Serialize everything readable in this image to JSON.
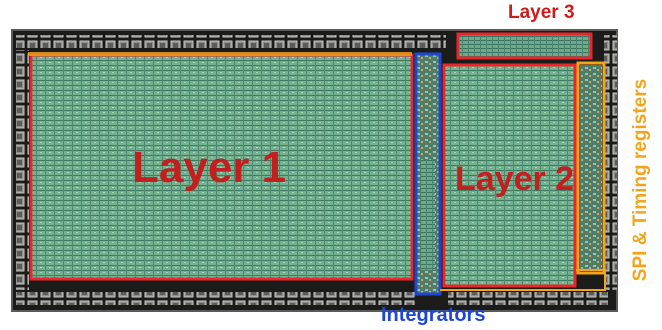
{
  "labels": {
    "layer1": "Layer 1",
    "layer2": "Layer 2",
    "layer3": "Layer 3",
    "integrators": "Integrators",
    "spi_timing": "SPI & Timing registers"
  },
  "colors": {
    "layer_outline": "#e8262b",
    "integrators_outline": "#1f47d6",
    "spi_outline": "#f2a51a",
    "array_fill": "#6fae8e",
    "die_background": "#1b1c1a",
    "pad": "#9a9a98"
  }
}
